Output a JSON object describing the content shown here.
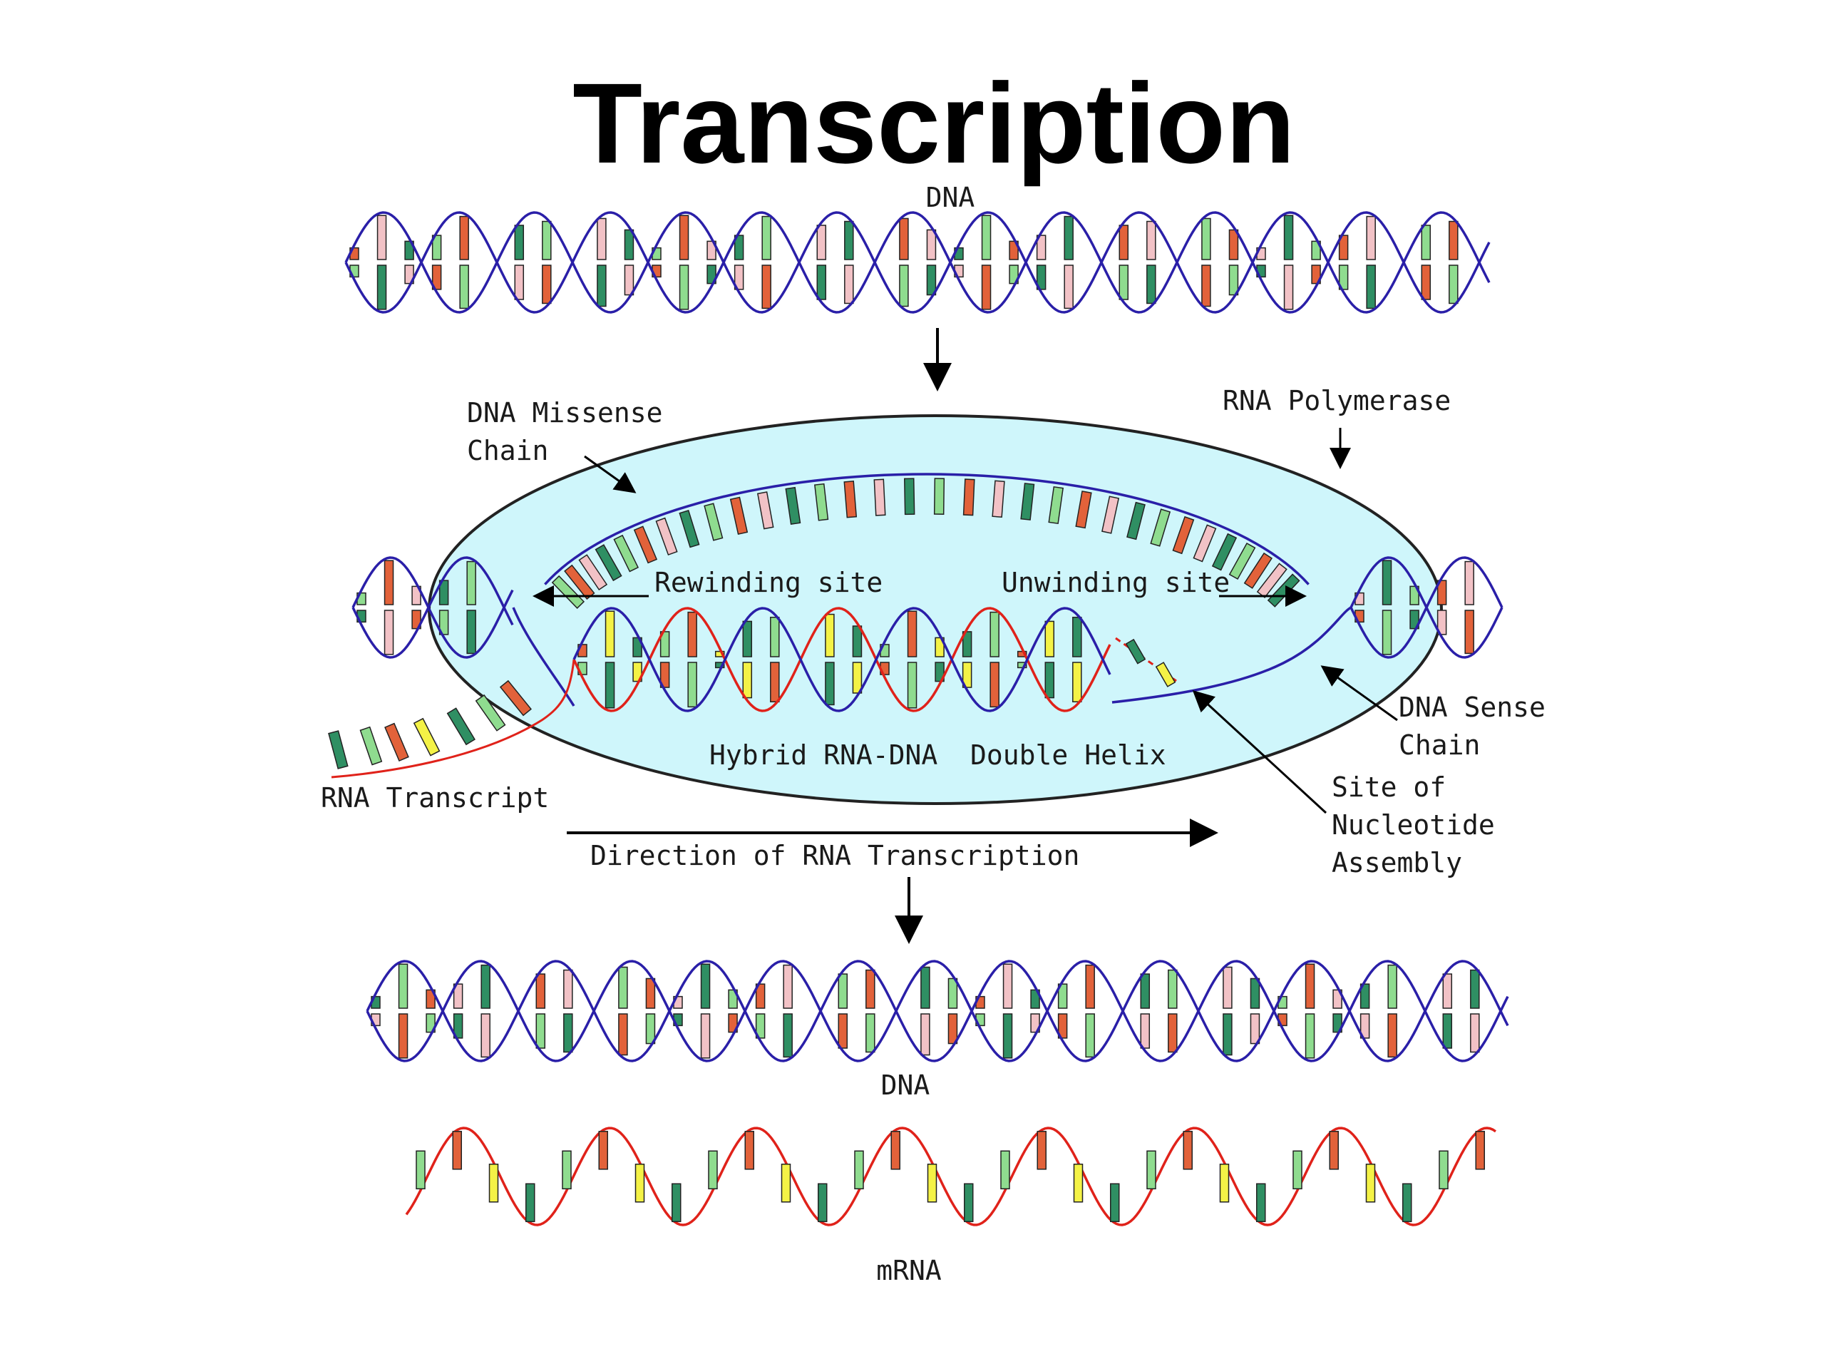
{
  "title": "Transcription",
  "labels": {
    "dna_top": "DNA",
    "missense_1": "DNA Missense",
    "missense_2": "Chain",
    "polymerase": "RNA Polymerase",
    "rewinding": "Rewinding site",
    "unwinding": "Unwinding site",
    "sense_1": "DNA Sense",
    "sense_2": "Chain",
    "hybrid": "Hybrid RNA-DNA  Double Helix",
    "transcript": "RNA Transcript",
    "site_1": "Site of",
    "site_2": "Nucleotide",
    "site_3": "Assembly",
    "direction": "Direction of RNA Transcription",
    "dna_bottom": "DNA",
    "mrna": "mRNA"
  },
  "colors": {
    "dna_strand": "#2a1fa8",
    "rna_strand": "#e0221a",
    "polymerase_fill": "#cff6fb",
    "base_orange": "#e2623a",
    "base_green": "#8fdc8f",
    "base_darkgreen": "#2f8f63",
    "base_pink": "#f2c2c6",
    "base_yellow": "#f4f246"
  }
}
